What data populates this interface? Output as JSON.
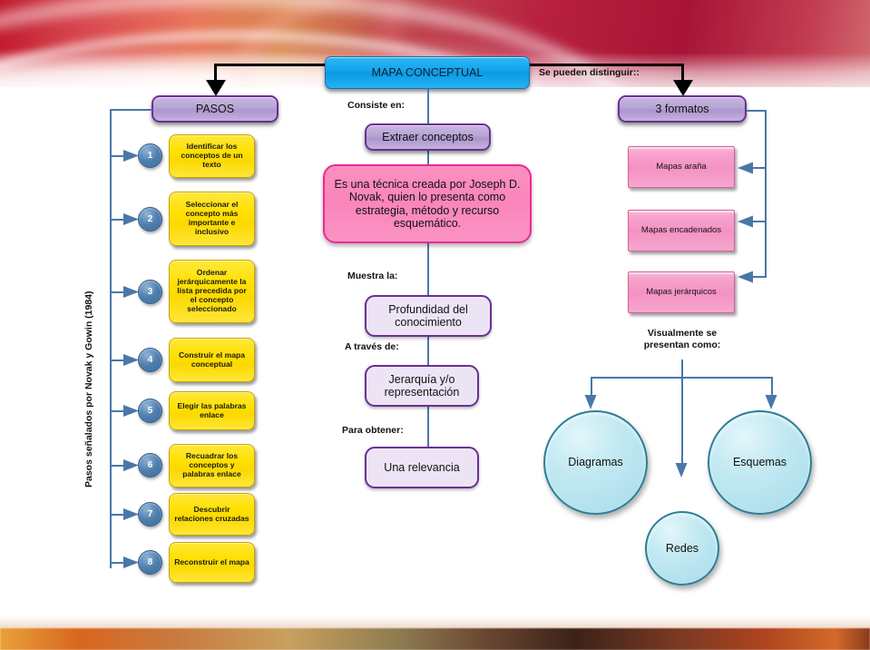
{
  "title_node": {
    "label": "MAPA CONCEPTUAL"
  },
  "connector_labels": {
    "consiste_en": "Consiste en:",
    "se_pueden_distinguir": "Se pueden distinguir::",
    "muestra_la": "Muestra la:",
    "a_traves_de": "A través de:",
    "para_obtener": "Para obtener:",
    "visualmente": "Visualmente se\npresentan como:"
  },
  "left_branch": {
    "header": "PASOS",
    "axis_label": "Pasos señalados por Novak y Gowin (1984)",
    "steps": [
      {
        "num": "1",
        "label": "Identificar los conceptos de un texto"
      },
      {
        "num": "2",
        "label": "Seleccionar el concepto más importante e inclusivo"
      },
      {
        "num": "3",
        "label": "Ordenar jerárquicamente la lista precedida por el concepto seleccionado"
      },
      {
        "num": "4",
        "label": "Construir el mapa conceptual"
      },
      {
        "num": "5",
        "label": "Elegir las palabras enlace"
      },
      {
        "num": "6",
        "label": "Recuadrar los conceptos y palabras enlace"
      },
      {
        "num": "7",
        "label": "Descubrir relaciones cruzadas"
      },
      {
        "num": "8",
        "label": "Reconstruir el mapa"
      }
    ]
  },
  "center_branch": {
    "extraer": "Extraer conceptos",
    "definition": "Es una técnica creada por  Joseph D. Novak, quien lo presenta como estrategia, método y recurso esquemático.",
    "profundidad": "Profundidad del conocimiento",
    "jerarquia": "Jerarquía y/o representación",
    "relevancia": "Una relevancia"
  },
  "right_branch": {
    "header": "3 formatos",
    "formats": [
      {
        "label": "Mapas araña"
      },
      {
        "label": "Mapas encadenados"
      },
      {
        "label": "Mapas jerárquicos"
      }
    ],
    "visual_forms": [
      {
        "label": "Diagramas"
      },
      {
        "label": "Redes"
      },
      {
        "label": "Esquemas"
      }
    ]
  },
  "colors": {
    "title_fill": "#12a6ee",
    "purple_border": "#6b2f96",
    "pink_accent": "#ec2a92",
    "yellow_fill": "#ffe000",
    "connector_blue": "#4a77a8",
    "circle_blue": "#4f7fae",
    "circle_cyan": "#b4e2ee"
  }
}
